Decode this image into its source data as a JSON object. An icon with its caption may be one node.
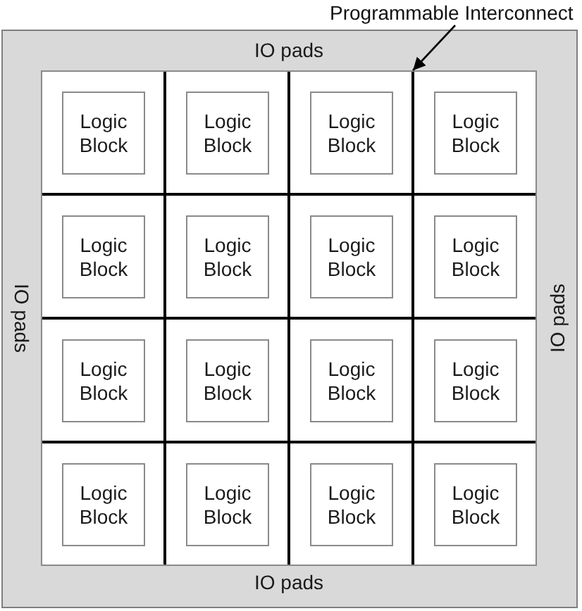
{
  "diagram": {
    "nodes": [
      {
        "text": [
          "IO pads",
          "IO pads",
          "IO pads",
          "IO pads"
        ]
      },
      {
        "text": [],
        "shape": "box",
        "in": 0
      },
      {
        "text": [
          "Logic Block"
        ],
        "in": 1
      },
      {
        "text": [
          "Logic Block"
        ],
        "in": 1
      },
      {
        "text": [
          "Logic Block"
        ],
        "in": 1
      },
      {
        "text": [
          "Logic Block"
        ],
        "in": 1
      },
      {
        "text": [
          "Logic Block"
        ],
        "in": 1
      },
      {
        "text": [
          "Logic Block"
        ],
        "in": 1
      },
      {
        "text": [
          "Logic Block"
        ],
        "in": 1
      },
      {
        "text": [
          "Logic Block"
        ],
        "in": 1
      },
      {
        "text": [
          "Logic Block"
        ],
        "in": 1
      },
      {
        "text": [
          "Logic Block"
        ],
        "in": 1
      },
      {
        "text": [
          "Logic Block"
        ],
        "in": 1
      },
      {
        "text": [
          "Logic Block"
        ],
        "in": 1
      },
      {
        "text": [
          "Logic Block"
        ],
        "in": 1
      },
      {
        "text": [
          "Logic Block"
        ],
        "in": 1
      },
      {
        "text": [
          "Logic Block"
        ],
        "in": 1
      },
      {
        "text": [
          "Logic Block"
        ],
        "in": 1
      },
      {
        "text": [
          "Programmable Interconnect"
        ]
      }
    ],
    "edges": [
      {
        "from": 18,
        "to": 1,
        "arrow": "to"
      }
    ]
  }
}
